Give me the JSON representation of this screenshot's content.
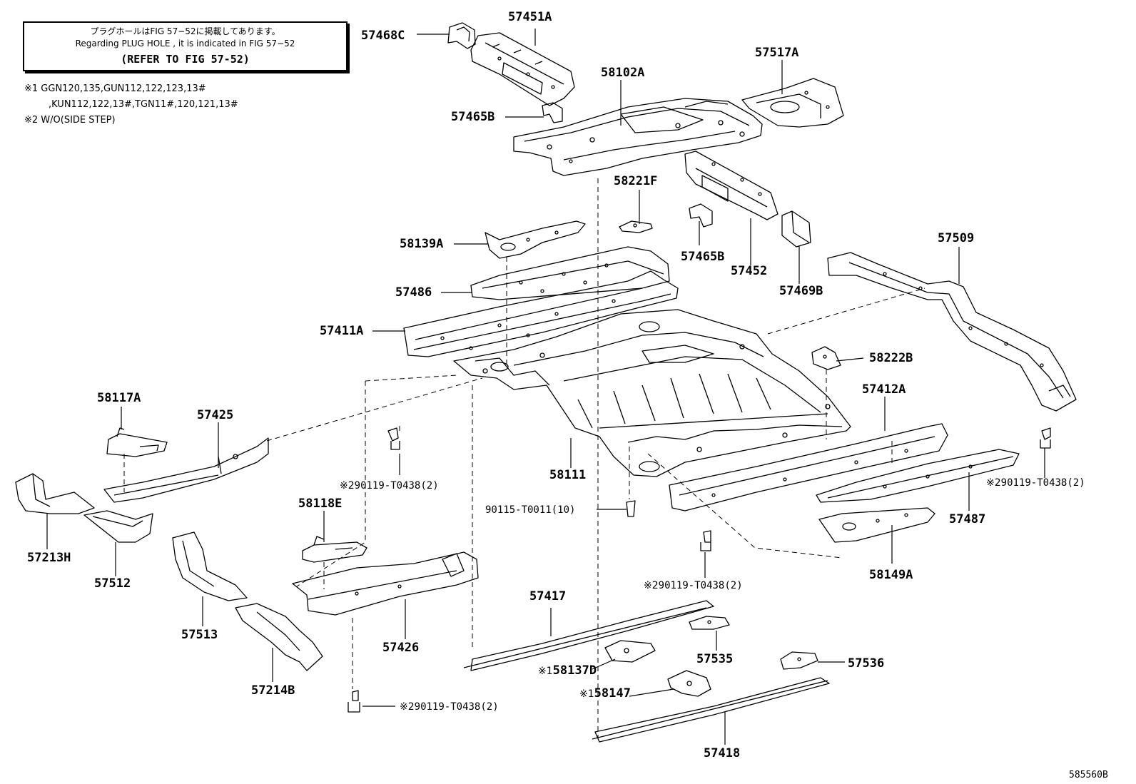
{
  "notice": {
    "jp": "プラグホールはFIG 57−52に掲載してあります。",
    "en": "Regarding PLUG HOLE , it is indicated in FIG 57−52",
    "ref": "(REFER TO FIG 57-52)"
  },
  "applicability": {
    "line1": "※1 GGN120,135,GUN112,122,123,13#",
    "line2": ",KUN112,122,13#,TGN11#,120,121,13#",
    "line3": "※2 W/O(SIDE STEP)"
  },
  "part_labels": {
    "p57451A": "57451A",
    "p57468C": "57468C",
    "p57517A": "57517A",
    "p58102A": "58102A",
    "p57465B_top": "57465B",
    "p58221F": "58221F",
    "p58139A": "58139A",
    "p57465B_mid": "57465B",
    "p57452": "57452",
    "p57469B": "57469B",
    "p57509": "57509",
    "p57486": "57486",
    "p57411A": "57411A",
    "p58222B": "58222B",
    "p58117A": "58117A",
    "p57425": "57425",
    "p57412A": "57412A",
    "p58111": "58111",
    "p58118E": "58118E",
    "p57487": "57487",
    "p57213H": "57213H",
    "p57512": "57512",
    "p58149A": "58149A",
    "p57417": "57417",
    "p57513": "57513",
    "p57426": "57426",
    "p57535": "57535",
    "p58137D": "58137D",
    "p57536": "57536",
    "p57214B": "57214B",
    "p58147": "58147",
    "p57418": "57418"
  },
  "fasteners": {
    "f1_mark": "※2",
    "f1_code": "90119-T0438(2)",
    "f2_mark": "※2",
    "f2_code": "90119-T0438(2)",
    "f3_code": "90115-T0011(10)",
    "f4_mark": "※2",
    "f4_code": "90119-T0438(2)",
    "f5_mark": "※2",
    "f5_code": "90119-T0438(2)"
  },
  "markers": {
    "m58137D": "※1",
    "m58147": "※1"
  },
  "figure_id": "585560B"
}
